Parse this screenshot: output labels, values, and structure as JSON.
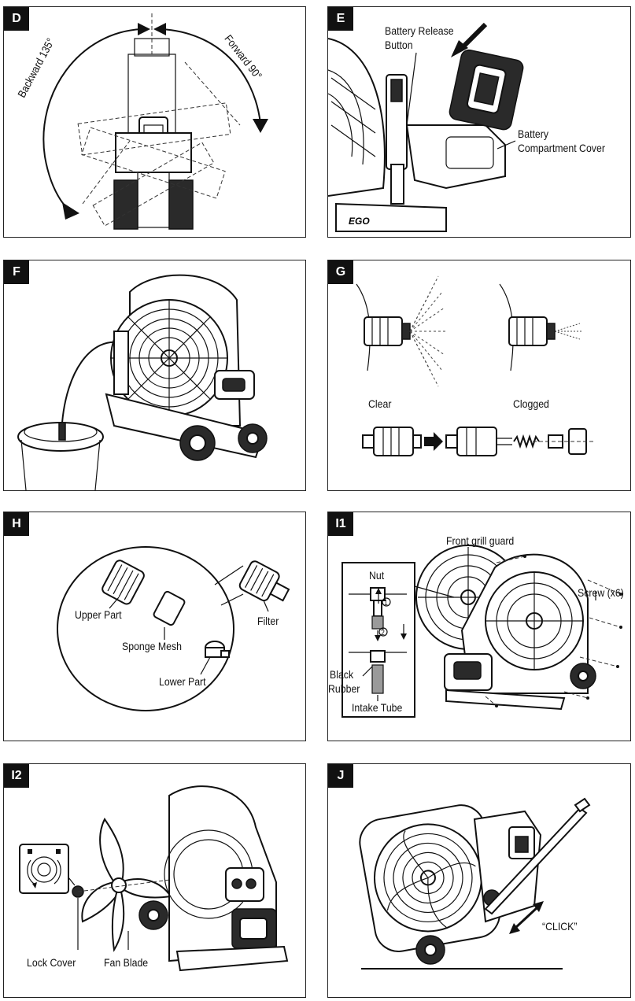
{
  "panels": {
    "d": {
      "tag": "D",
      "backward": "Backward 135°",
      "forward": "Forward 90°"
    },
    "e": {
      "tag": "E",
      "release_line1": "Battery Release",
      "release_line2": "Button",
      "cover_line1": "Battery",
      "cover_line2": "Compartment Cover",
      "brand": "EGO"
    },
    "f": {
      "tag": "F"
    },
    "g": {
      "tag": "G",
      "clear": "Clear",
      "clogged": "Clogged"
    },
    "h": {
      "tag": "H",
      "upper": "Upper Part",
      "sponge": "Sponge Mesh",
      "lower": "Lower Part",
      "filter": "Filter"
    },
    "i1": {
      "tag": "I1",
      "grill": "Front grill guard",
      "screw": "Screw (x6)",
      "nut": "Nut",
      "black_line1": "Black",
      "black_line2": "Rubber",
      "intake": "Intake Tube",
      "step1": "1",
      "step2": "2"
    },
    "i2": {
      "tag": "I2",
      "lock": "Lock Cover",
      "blade": "Fan Blade"
    },
    "j": {
      "tag": "J",
      "click": "“CLICK”"
    }
  },
  "colors": {
    "ink": "#111111",
    "tag_bg": "#111111",
    "tube_grey": "#8c8c8c"
  }
}
